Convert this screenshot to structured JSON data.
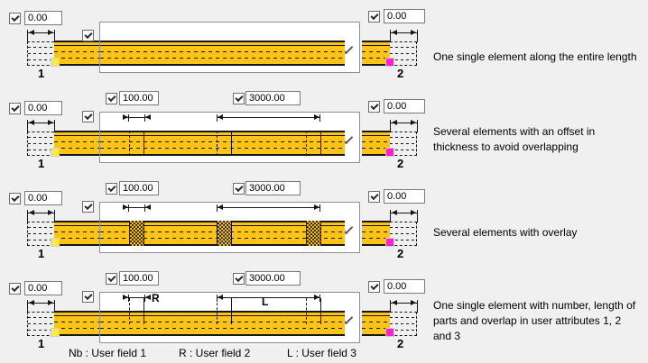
{
  "window": {
    "background": "#F0F0F0"
  },
  "rows": [
    {
      "start": {
        "value": "0.00",
        "point_label": "1"
      },
      "end": {
        "value": "0.00",
        "point_label": "2"
      },
      "caption": "One single element along the entire length"
    },
    {
      "start": {
        "value": "0.00",
        "point_label": "1"
      },
      "end": {
        "value": "0.00",
        "point_label": "2"
      },
      "overlap": {
        "value": "100.00"
      },
      "length": {
        "value": "3000.00"
      },
      "caption": "Several elements with an offset in thickness to avoid overlapping"
    },
    {
      "start": {
        "value": "0.00",
        "point_label": "1"
      },
      "end": {
        "value": "0.00",
        "point_label": "2"
      },
      "overlap": {
        "value": "100.00"
      },
      "length": {
        "value": "3000.00"
      },
      "caption": "Several elements with overlay"
    },
    {
      "start": {
        "value": "0.00",
        "point_label": "1"
      },
      "end": {
        "value": "0.00",
        "point_label": "2"
      },
      "overlap": {
        "value": "100.00"
      },
      "length": {
        "value": "3000.00"
      },
      "dim_labels": {
        "r": "R",
        "l": "L"
      },
      "caption": "One single element with number, length of parts and overlap in user attributes 1, 2 and 3"
    }
  ],
  "footer": {
    "labels": [
      "Nb : User field 1",
      "R : User field 2",
      "L : User field 3"
    ]
  },
  "icons": {
    "dropdown": "chevron-down-icon"
  },
  "colors": {
    "beam_yellow": "#FFC415",
    "line": "#161616",
    "start_handle": "#FFE843",
    "end_handle": "#FF21CD"
  }
}
